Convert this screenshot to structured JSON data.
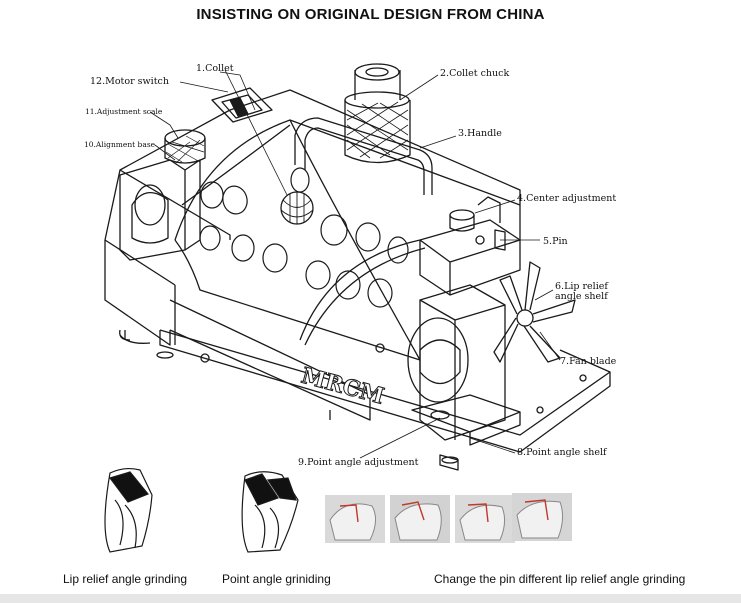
{
  "title": "INSISTING ON ORIGINAL DESIGN FROM CHINA",
  "brand_mark": "MRCM",
  "labels": {
    "collet": "1.Collet",
    "collet_chuck": "2.Collet chuck",
    "handle": "3.Handle",
    "center_adjustment": "4.Center adjustment",
    "pin": "5.Pin",
    "lip_relief_angle_shelf": "6.Lip relief angle shelf",
    "fan_blade": "7.Fan blade",
    "point_angle_shelf": "8.Point angle shelf",
    "point_angle_adjustment": "9.Point angle adjustment",
    "alignment_base": "10.Alignment base",
    "adjustment_scale": "11.Adjustment scale",
    "motor_switch": "12.Motor switch"
  },
  "captions": {
    "lip_relief": "Lip relief angle grinding",
    "point_angle": "Point angle griniding",
    "change_pin": "Change the pin different lip relief angle grinding"
  },
  "colors": {
    "line": "#1a1a1a",
    "accent_red": "#c0392b",
    "photo_bg": "#d9d9d9"
  }
}
